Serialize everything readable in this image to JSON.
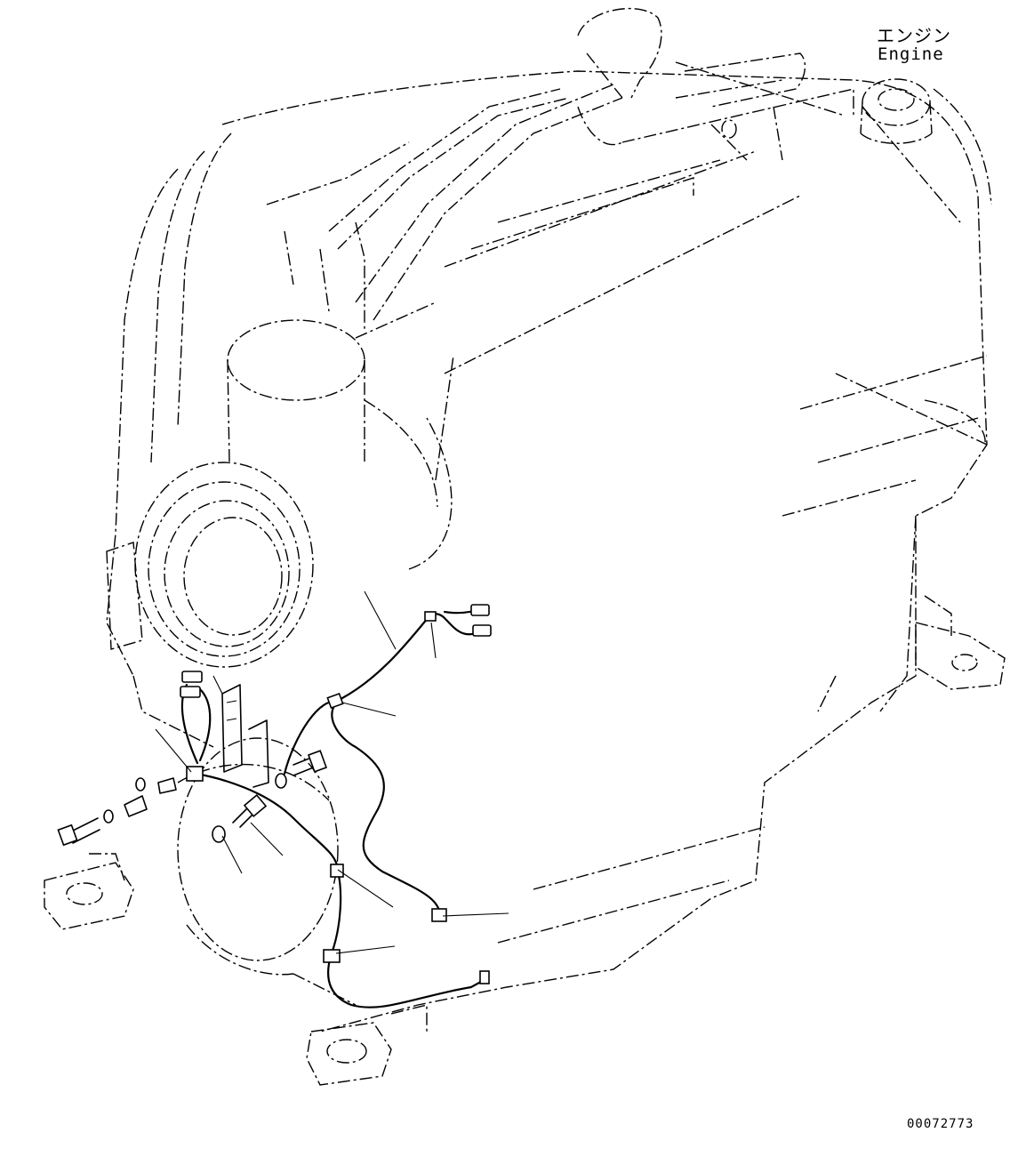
{
  "labels": {
    "engine_jp": "エンジン",
    "engine_en": "Engine",
    "drawing_number": "00072773"
  }
}
